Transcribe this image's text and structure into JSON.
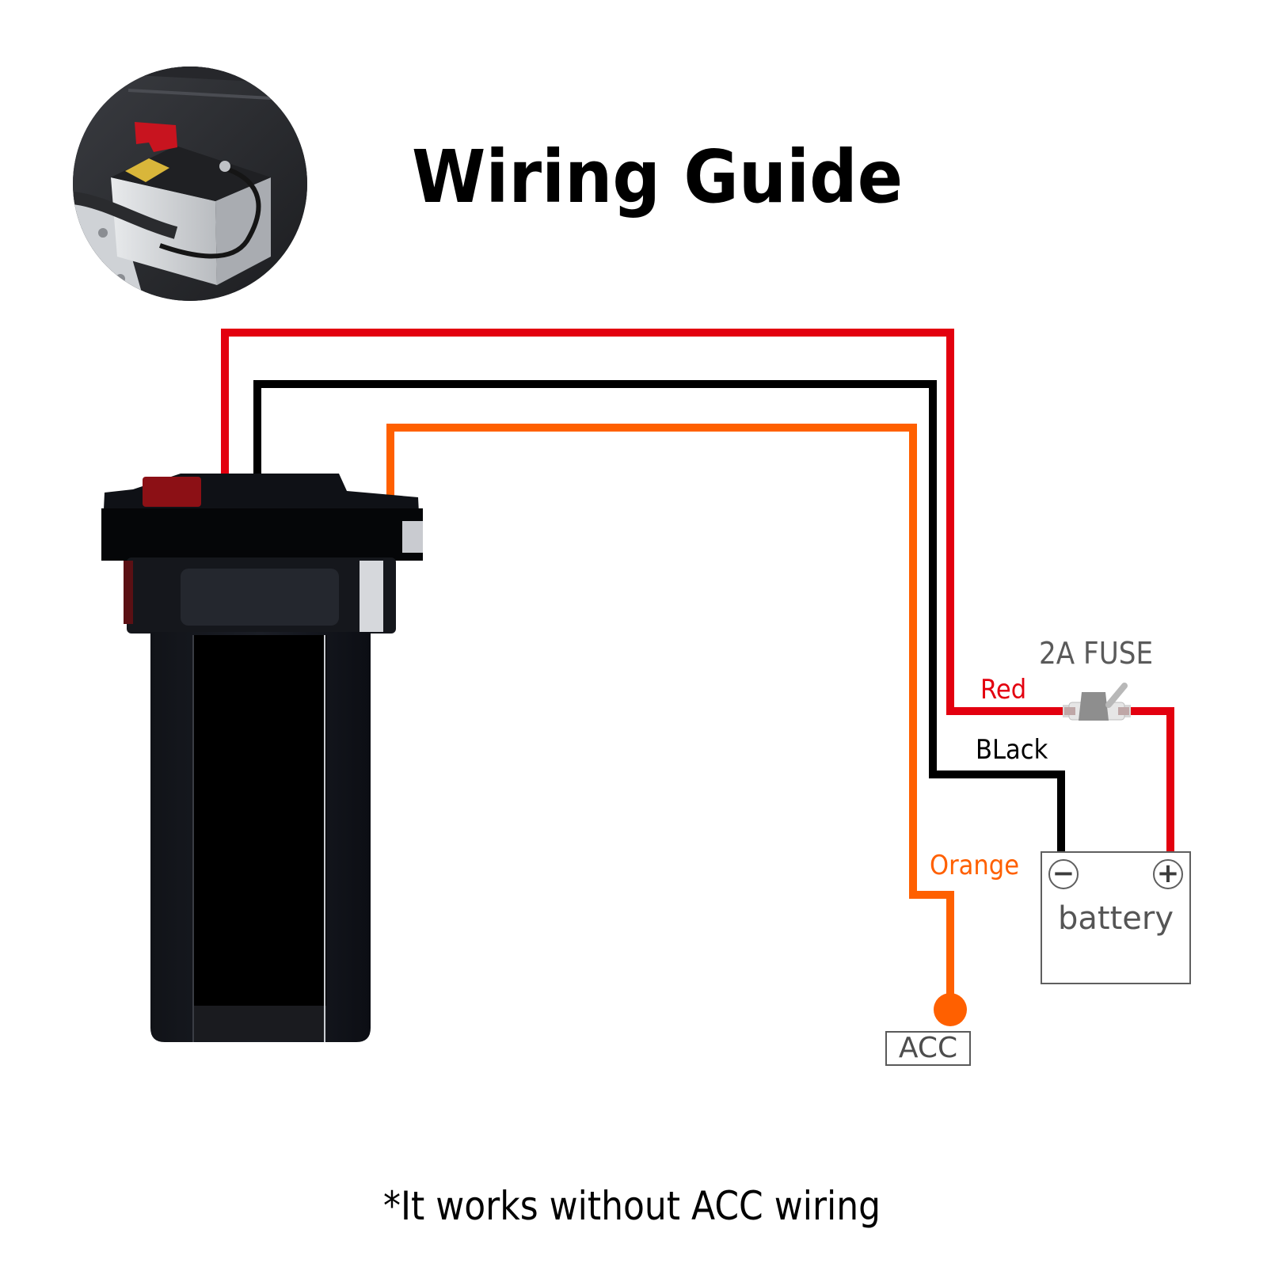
{
  "title": "Wiring Guide",
  "photo": {
    "subject": "car-battery-in-engine-bay"
  },
  "wires": [
    {
      "name": "red",
      "label": "Red",
      "color": "#e3000f",
      "connects_to": "battery +"
    },
    {
      "name": "black",
      "label": "BLack",
      "color": "#000000",
      "connects_to": "battery −"
    },
    {
      "name": "orange",
      "label": "Orange",
      "color": "#ff6000",
      "connects_to": "ACC"
    }
  ],
  "fuse": {
    "label": "2A FUSE"
  },
  "battery": {
    "label": "battery",
    "negative_symbol": "−",
    "positive_symbol": "+"
  },
  "acc": {
    "label": "ACC"
  },
  "footnote": "*It works without ACC wiring",
  "colors": {
    "red": "#e3000f",
    "black": "#000000",
    "orange": "#ff6000",
    "gray": "#5a5a5a"
  }
}
